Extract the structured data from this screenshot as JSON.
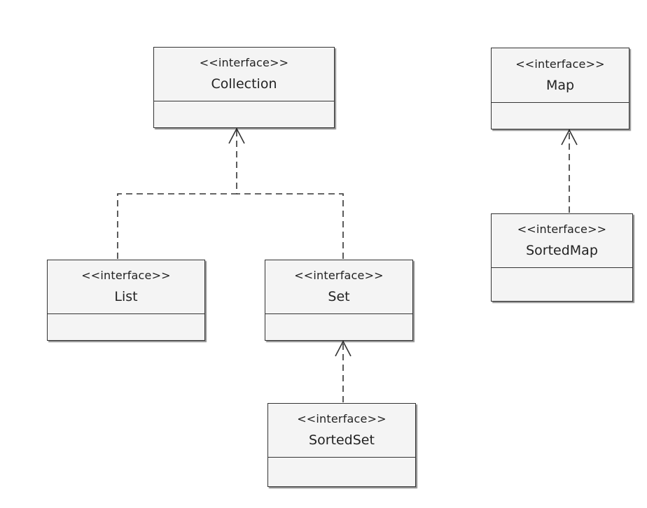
{
  "diagram": {
    "interfaces": {
      "collection": {
        "stereotype": "<<interface>>",
        "name": "Collection"
      },
      "map": {
        "stereotype": "<<interface>>",
        "name": "Map"
      },
      "list": {
        "stereotype": "<<interface>>",
        "name": "List"
      },
      "set": {
        "stereotype": "<<interface>>",
        "name": "Set"
      },
      "sortedmap": {
        "stereotype": "<<interface>>",
        "name": "SortedMap"
      },
      "sortedset": {
        "stereotype": "<<interface>>",
        "name": "SortedSet"
      }
    },
    "relations": [
      {
        "from": "List",
        "to": "Collection",
        "kind": "realization"
      },
      {
        "from": "Set",
        "to": "Collection",
        "kind": "realization"
      },
      {
        "from": "SortedSet",
        "to": "Set",
        "kind": "realization"
      },
      {
        "from": "SortedMap",
        "to": "Map",
        "kind": "realization"
      }
    ],
    "colors": {
      "box_fill": "#f4f4f4",
      "line": "#333333"
    }
  }
}
